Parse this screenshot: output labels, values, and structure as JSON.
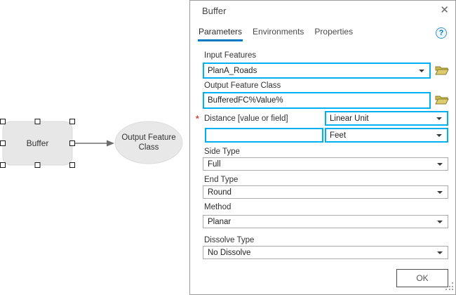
{
  "panel": {
    "title": "Buffer",
    "close_glyph": "✕",
    "help_glyph": "?",
    "tabs": [
      {
        "label": "Parameters",
        "active": true
      },
      {
        "label": "Environments",
        "active": false
      },
      {
        "label": "Properties",
        "active": false
      }
    ],
    "fields": {
      "input_features": {
        "label": "Input Features",
        "value": "PlanA_Roads"
      },
      "output_feature_class": {
        "label": "Output Feature Class",
        "value": "BufferedFC%Value%"
      },
      "distance": {
        "required_mark": "*",
        "label": "Distance [value or field]",
        "kind": "Linear Unit",
        "value": "",
        "unit": "Feet"
      },
      "side_type": {
        "label": "Side Type",
        "value": "Full"
      },
      "end_type": {
        "label": "End Type",
        "value": "Round"
      },
      "method": {
        "label": "Method",
        "value": "Planar"
      },
      "dissolve_type": {
        "label": "Dissolve Type",
        "value": "No Dissolve"
      }
    },
    "ok_label": "OK"
  },
  "model_diagram": {
    "tool_node": {
      "label": "Buffer",
      "selected": true
    },
    "output_node": {
      "label": "Output Feature Class"
    }
  },
  "colors": {
    "highlight_border": "#00b0f0",
    "active_tab_underline": "#0079c1",
    "required_asterisk": "#d6402a",
    "folder_icon": "#d9c75e",
    "node_fill": "#e8e8e8",
    "panel_border": "#9b9b9b"
  }
}
